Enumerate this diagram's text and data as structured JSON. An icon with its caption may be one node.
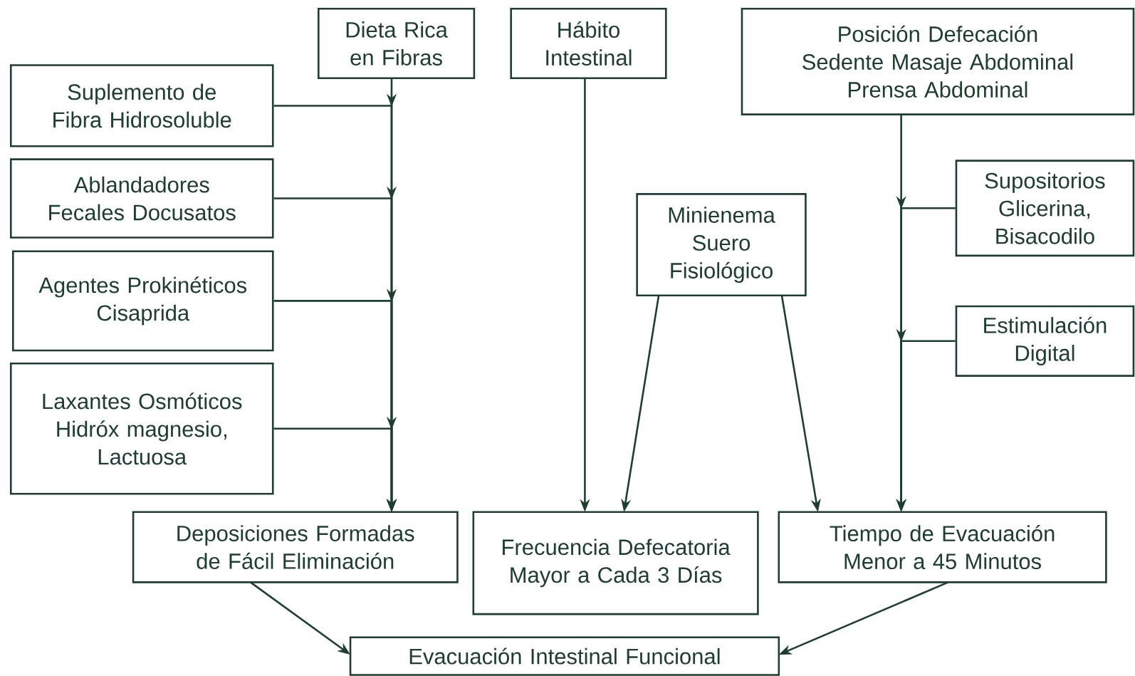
{
  "diagram": {
    "nodes": [
      {
        "text": [
          "Dieta Rica en Fibras"
        ]
      },
      {
        "text": [
          "Hábito Intestinal"
        ]
      },
      {
        "text": [
          "Posición Defecación Sedente Masaje Abdominal Prensa Abdominal"
        ]
      },
      {
        "text": [
          "Suplemento de Fibra Hidrosoluble"
        ]
      },
      {
        "text": [
          "Ablandadores Fecales Docusatos"
        ]
      },
      {
        "text": [
          "Agentes Prokinéticos Cisaprida"
        ]
      },
      {
        "text": [
          "Laxantes Osmóticos Hidróx magnesio, Lactuosa"
        ]
      },
      {
        "text": [
          "Minienema Suero Fisiológico"
        ]
      },
      {
        "text": [
          "Supositorios Glicerina, Bisacodilo"
        ]
      },
      {
        "text": [
          "Estimulación Digital"
        ]
      },
      {
        "text": [
          "Deposiciones Formadas de Fácil Eliminación"
        ]
      },
      {
        "text": [
          "Frecuencia Defecatoria Mayor a Cada 3 Días"
        ]
      },
      {
        "text": [
          "Tiempo de Evacuación Menor a 45 Minutos"
        ]
      },
      {
        "text": [
          "Evacuación Intestinal Funcional"
        ]
      }
    ],
    "edges": [
      {
        "from": 0,
        "to": 10,
        "arrow": "to"
      },
      {
        "from": 3,
        "to": 10,
        "arrow": "to"
      },
      {
        "from": 4,
        "to": 10,
        "arrow": "to"
      },
      {
        "from": 5,
        "to": 10,
        "arrow": "to"
      },
      {
        "from": 6,
        "to": 10,
        "arrow": "to"
      },
      {
        "from": 1,
        "to": 11,
        "arrow": "to"
      },
      {
        "from": 7,
        "to": 11,
        "arrow": "to"
      },
      {
        "from": 7,
        "to": 12,
        "arrow": "to"
      },
      {
        "from": 2,
        "to": 12,
        "arrow": "to"
      },
      {
        "from": 8,
        "to": 12,
        "arrow": "to"
      },
      {
        "from": 9,
        "to": 12,
        "arrow": "to"
      },
      {
        "from": 10,
        "to": 13,
        "arrow": "to"
      },
      {
        "from": 12,
        "to": 13,
        "arrow": "to"
      }
    ]
  }
}
